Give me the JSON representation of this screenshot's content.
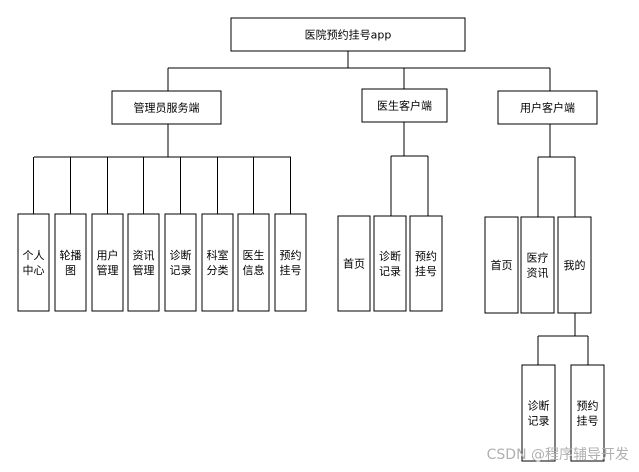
{
  "diagram": {
    "root": {
      "id": "root",
      "label": "医院预约挂号app"
    },
    "branches": [
      {
        "id": "admin",
        "label": "管理员服务端",
        "children": [
          {
            "id": "admin-personal",
            "lines": [
              "个人",
              "中心"
            ]
          },
          {
            "id": "admin-carousel",
            "lines": [
              "轮播",
              "图"
            ]
          },
          {
            "id": "admin-users",
            "lines": [
              "用户",
              "管理"
            ]
          },
          {
            "id": "admin-news",
            "lines": [
              "资讯",
              "管理"
            ]
          },
          {
            "id": "admin-records",
            "lines": [
              "诊断",
              "记录"
            ]
          },
          {
            "id": "admin-departments",
            "lines": [
              "科室",
              "分类"
            ]
          },
          {
            "id": "admin-doctors",
            "lines": [
              "医生",
              "信息"
            ]
          },
          {
            "id": "admin-booking",
            "lines": [
              "预约",
              "挂号"
            ]
          }
        ]
      },
      {
        "id": "doctor",
        "label": "医生客户端",
        "children": [
          {
            "id": "doctor-home",
            "lines": [
              "首页"
            ]
          },
          {
            "id": "doctor-records",
            "lines": [
              "诊断",
              "记录"
            ]
          },
          {
            "id": "doctor-booking",
            "lines": [
              "预约",
              "挂号"
            ]
          }
        ]
      },
      {
        "id": "user",
        "label": "用户客户端",
        "children": [
          {
            "id": "user-home",
            "lines": [
              "首页"
            ]
          },
          {
            "id": "user-medical-news",
            "lines": [
              "医疗",
              "资讯"
            ]
          },
          {
            "id": "user-mine",
            "lines": [
              "我的"
            ],
            "children": [
              {
                "id": "mine-records",
                "lines": [
                  "诊断",
                  "记录"
                ]
              },
              {
                "id": "mine-booking",
                "lines": [
                  "预约",
                  "挂号"
                ]
              }
            ]
          }
        ]
      }
    ]
  },
  "watermark": "CSDN @程序辅导开发"
}
